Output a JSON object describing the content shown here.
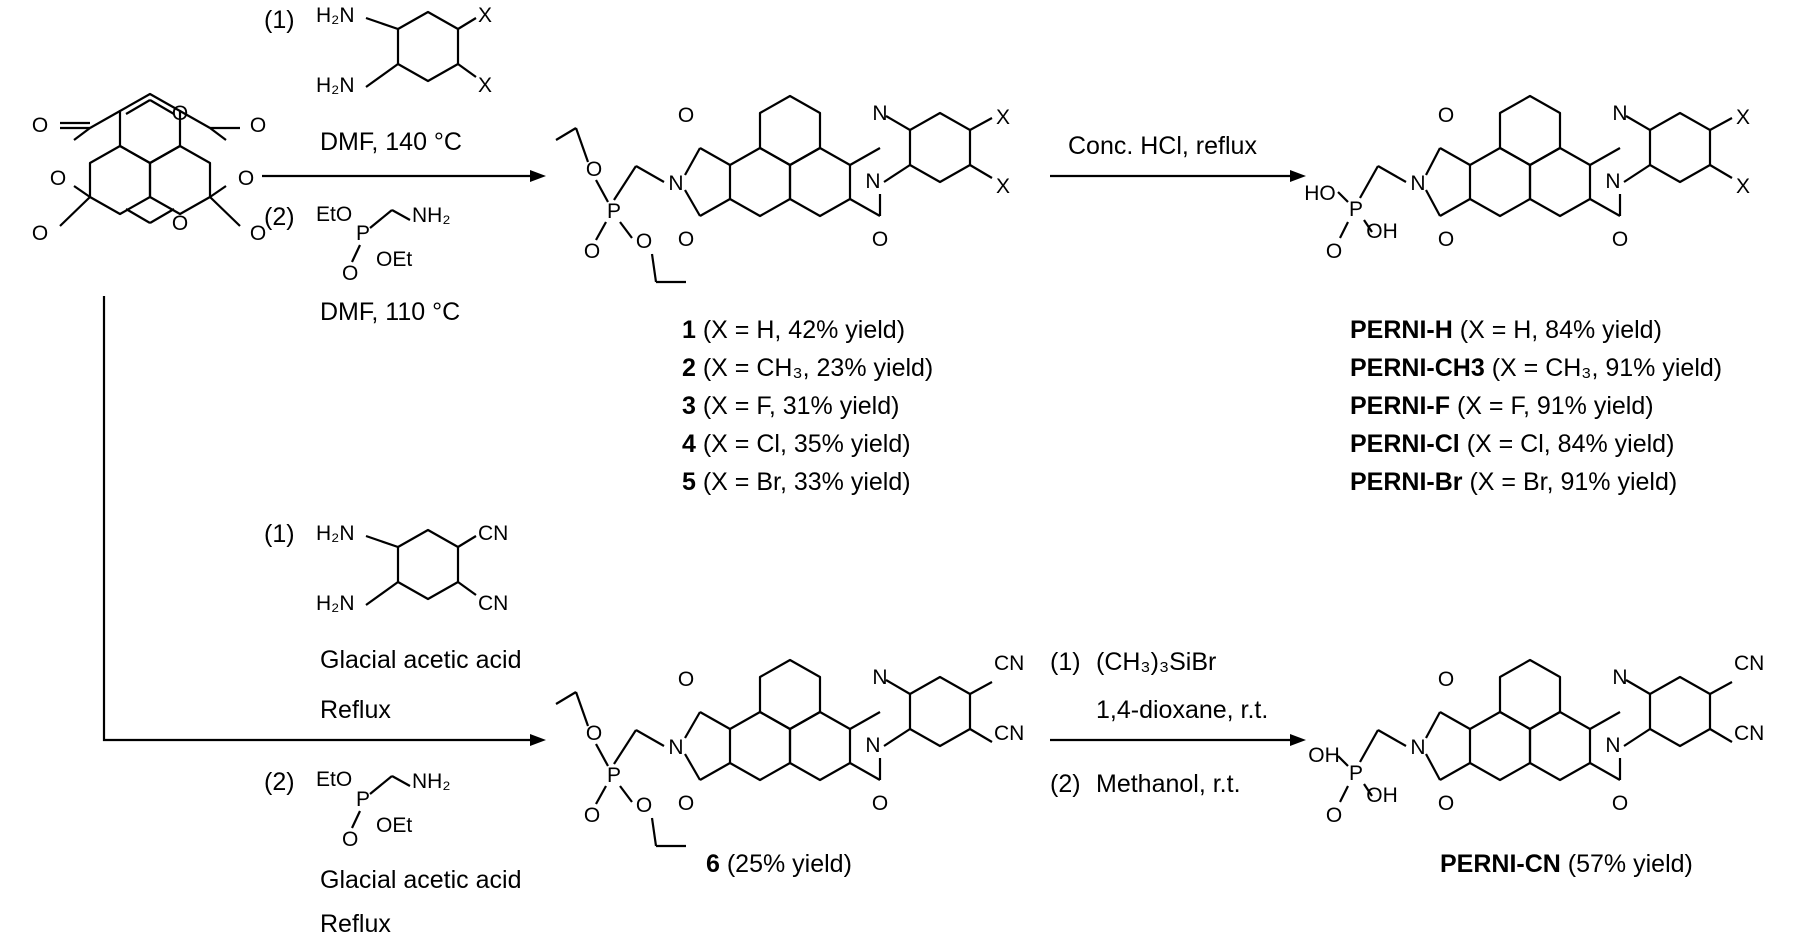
{
  "reagents_top": {
    "step1_num": "(1)",
    "step1_cond": "DMF, 140 °C",
    "step2_num": "(2)",
    "step2_cond": "DMF, 110 °C",
    "sub_X": "X",
    "sub_NH2": "H₂N"
  },
  "reagents_bottom": {
    "step1_num": "(1)",
    "step1_cond_a": "Glacial acetic acid",
    "step1_cond_b": "Reflux",
    "step2_num": "(2)",
    "step2_cond_a": "Glacial acetic acid",
    "step2_cond_b": "Reflux",
    "sub_CN": "CN"
  },
  "amine": {
    "nh2": "NH₂",
    "eto": "EtO",
    "oet": "OEt",
    "p": "P",
    "o": "O"
  },
  "hcl_step": "Conc. HCl, reflux",
  "tmsbr_step": {
    "num1": "(1)",
    "reagent": "(CH₃)₃SiBr",
    "solvent": "1,4-dioxane, r.t.",
    "num2": "(2)",
    "methanol": "Methanol, r.t."
  },
  "esters": [
    {
      "id": "1",
      "desc": "(X = H, 42% yield)"
    },
    {
      "id": "2",
      "desc": "(X = CH₃, 23% yield)"
    },
    {
      "id": "3",
      "desc": "(X = F, 31% yield)"
    },
    {
      "id": "4",
      "desc": "(X = Cl, 35% yield)"
    },
    {
      "id": "5",
      "desc": "(X = Br, 33% yield)"
    }
  ],
  "acids": [
    {
      "id": "PERNI-H",
      "desc": "(X = H, 84% yield)"
    },
    {
      "id": "PERNI-CH3",
      "desc": "(X = CH₃, 91% yield)"
    },
    {
      "id": "PERNI-F",
      "desc": "(X = F, 91% yield)"
    },
    {
      "id": "PERNI-Cl",
      "desc": "(X = Cl, 84% yield)"
    },
    {
      "id": "PERNI-Br",
      "desc": "(X = Br, 91% yield)"
    }
  ],
  "cn_ester": {
    "id": "6",
    "desc": "(25% yield)"
  },
  "cn_acid": {
    "id": "PERNI-CN",
    "desc": "(57% yield)"
  },
  "atoms": {
    "O": "O",
    "N": "N",
    "X": "X",
    "CN": "CN",
    "P": "P",
    "OH": "OH",
    "HO": "HO"
  }
}
